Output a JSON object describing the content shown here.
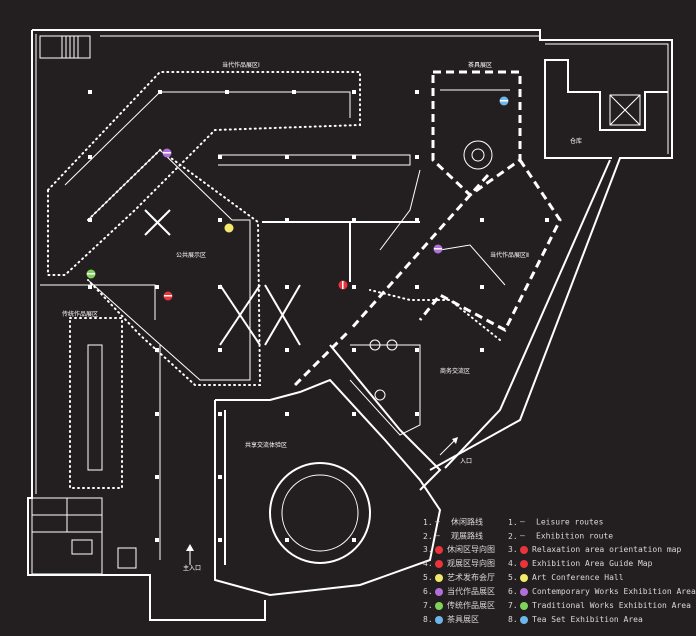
{
  "zones": {
    "contemporary_top": "当代作品展区Ⅰ",
    "tea_set": "茶具展区",
    "warehouse": "仓库",
    "public_display": "公共展示区",
    "contemporary_2": "当代作品展区Ⅱ",
    "traditional": "传统作品展区",
    "business": "商务交流区",
    "shared_experience": "共享交流体验区",
    "entrance": "入口",
    "main_entrance": "主入口"
  },
  "legend": {
    "cn": [
      {
        "num": "1.",
        "text": "休闲路线"
      },
      {
        "num": "2.",
        "text": "观展路线"
      },
      {
        "num": "3.",
        "text": "休闲区导向图"
      },
      {
        "num": "4.",
        "text": "观展区导向图"
      },
      {
        "num": "5.",
        "text": "艺术发布会厅"
      },
      {
        "num": "6.",
        "text": "当代作品展区"
      },
      {
        "num": "7.",
        "text": "传统作品展区"
      },
      {
        "num": "8.",
        "text": "茶具展区"
      }
    ],
    "en": [
      {
        "num": "1.",
        "text": "Leisure routes"
      },
      {
        "num": "2.",
        "text": "Exhibition route"
      },
      {
        "num": "3.",
        "text": "Relaxation area orientation map"
      },
      {
        "num": "4.",
        "text": "Exhibition Area Guide Map"
      },
      {
        "num": "5.",
        "text": "Art Conference Hall"
      },
      {
        "num": "6.",
        "text": "Contemporary Works Exhibition Area"
      },
      {
        "num": "7.",
        "text": "Traditional Works Exhibition Area"
      },
      {
        "num": "8.",
        "text": "Tea Set Exhibition Area"
      }
    ]
  },
  "colors": {
    "background": "#231f20",
    "line": "#ffffff",
    "marker_relaxation": "#e8343a",
    "marker_exhibition": "#e8343a",
    "marker_conference": "#f2e96b",
    "marker_contemporary": "#b26fd8",
    "marker_traditional": "#7fd35a",
    "marker_tea": "#6fb6e8"
  }
}
